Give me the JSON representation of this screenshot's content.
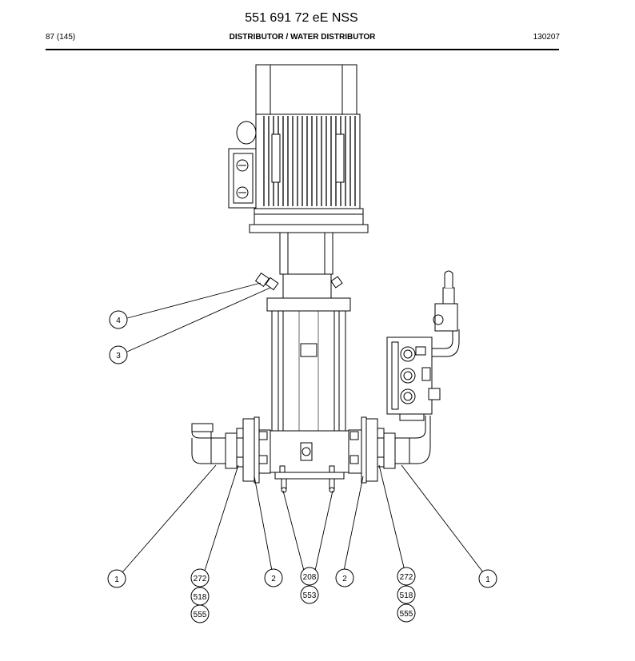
{
  "header": {
    "title": "551 691 72 eE NSS",
    "page": "87 (145)",
    "section": "DISTRIBUTOR / WATER DISTRIBUTOR",
    "code": "130207"
  },
  "callouts": {
    "c4": "4",
    "c3": "3",
    "c1_left": "1",
    "c272_left": "272",
    "c518_left": "518",
    "c555_left": "555",
    "c2_left": "2",
    "c208": "208",
    "c553": "553",
    "c2_right": "2",
    "c272_right": "272",
    "c518_right": "518",
    "c555_right": "555",
    "c1_right": "1"
  }
}
